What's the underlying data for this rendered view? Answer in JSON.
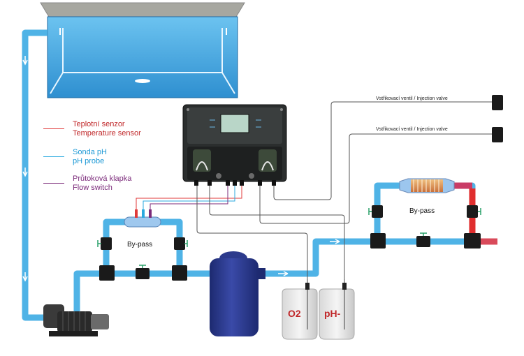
{
  "legend": {
    "temperature": {
      "line1": "Teplotní senzor",
      "line2": "Temperature sensor",
      "color": "#e03a3a"
    },
    "ph": {
      "line1": "Sonda pH",
      "line2": "pH probe",
      "color": "#29a9df"
    },
    "flow": {
      "line1": "Průtoková klapka",
      "line2": "Flow switch",
      "color": "#7b2a7a"
    }
  },
  "valves": {
    "upper": "Vstřikovací ventil / Injection valve",
    "lower": "Vstřikovací ventil / Injection valve"
  },
  "bypass_left": "By-pass",
  "bypass_right": "By-pass",
  "tank_o2": "O2",
  "tank_ph": "pH-",
  "colors": {
    "pipe": "#4fb3e6",
    "pipe_hot": "#e03a3a",
    "pool": "#4aa6dd",
    "filter": "#2c3a8c"
  }
}
